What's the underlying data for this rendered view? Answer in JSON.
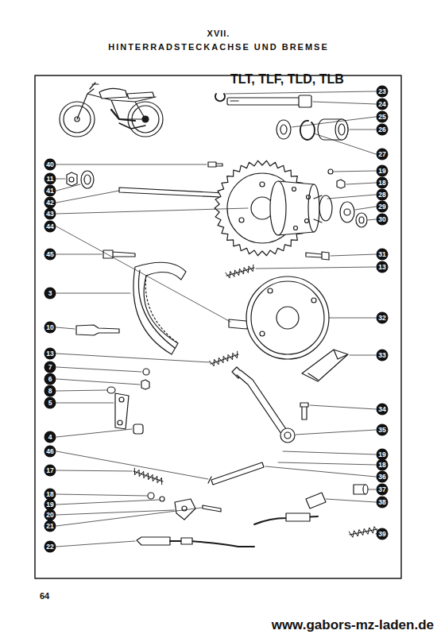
{
  "diagram": {
    "title": "HINTERRADSTECKACHSE UND BREMSE",
    "nodes": [
      {
        "text": [
          "40"
        ]
      },
      {
        "text": [
          "11"
        ]
      },
      {
        "text": [
          "41"
        ]
      },
      {
        "text": [
          "42"
        ]
      },
      {
        "text": [
          "43"
        ]
      },
      {
        "text": [
          "44"
        ]
      },
      {
        "text": [
          "45"
        ]
      },
      {
        "text": [
          "3"
        ]
      },
      {
        "text": [
          "10"
        ]
      },
      {
        "text": [
          "13"
        ]
      },
      {
        "text": [
          "7"
        ]
      },
      {
        "text": [
          "6"
        ]
      },
      {
        "text": [
          "8"
        ]
      },
      {
        "text": [
          "5"
        ]
      },
      {
        "text": [
          "4"
        ]
      },
      {
        "text": [
          "46"
        ]
      },
      {
        "text": [
          "17"
        ]
      },
      {
        "text": [
          "18"
        ]
      },
      {
        "text": [
          "19"
        ]
      },
      {
        "text": [
          "20"
        ]
      },
      {
        "text": [
          "21"
        ]
      },
      {
        "text": [
          "22"
        ]
      },
      {
        "text": [
          "23"
        ]
      },
      {
        "text": [
          "24"
        ]
      },
      {
        "text": [
          "25"
        ]
      },
      {
        "text": [
          "26"
        ]
      },
      {
        "text": [
          "27"
        ]
      },
      {
        "text": [
          "19"
        ]
      },
      {
        "text": [
          "18"
        ]
      },
      {
        "text": [
          "28"
        ]
      },
      {
        "text": [
          "29"
        ]
      },
      {
        "text": [
          "30"
        ]
      },
      {
        "text": [
          "31"
        ]
      },
      {
        "text": [
          "13"
        ]
      },
      {
        "text": [
          "32"
        ]
      },
      {
        "text": [
          "33"
        ]
      },
      {
        "text": [
          "34"
        ]
      },
      {
        "text": [
          "35"
        ]
      },
      {
        "text": [
          "19"
        ]
      },
      {
        "text": [
          "18"
        ]
      },
      {
        "text": [
          "36"
        ]
      },
      {
        "text": [
          "37"
        ]
      },
      {
        "text": [
          "38"
        ]
      },
      {
        "text": [
          "39"
        ]
      }
    ],
    "labels": [
      "XVII.",
      "TLT, TLF, TLD, TLB",
      "64",
      "www.gabors-mz-laden.de"
    ]
  }
}
